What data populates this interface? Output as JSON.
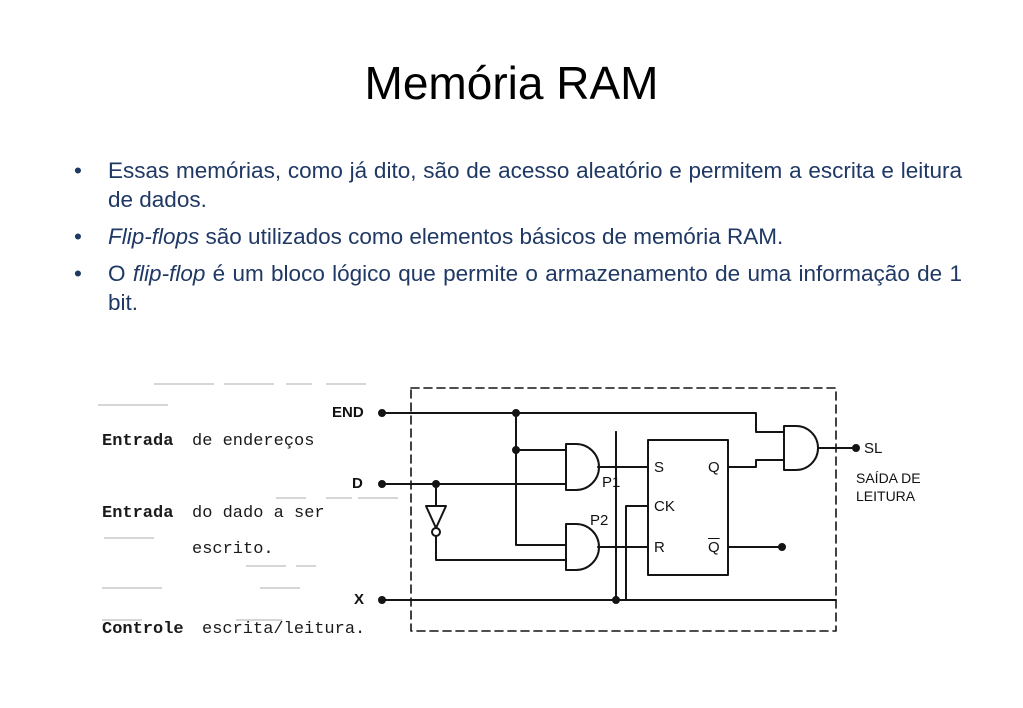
{
  "slide": {
    "title": "Memória RAM"
  },
  "bullets": [
    {
      "text": "Essas memórias, como já dito, são de acesso aleatório e permitem a escrita e leitura de dados."
    },
    {
      "italic": "Flip-flops",
      "rest": " são utilizados como elementos básicos de memória RAM."
    },
    {
      "pre": "O ",
      "italic": "flip-flop",
      "rest": " é um bloco lógico que permite o armazenamento de uma informação de 1 bit."
    }
  ],
  "figure": {
    "captions": {
      "entrada_enderecos_a": "Entrada",
      "entrada_enderecos_b": "de endereços",
      "entrada_dado_a": "Entrada",
      "entrada_dado_b": "do dado a ser",
      "entrada_dado_c": "escrito.",
      "controle_a": "Controle",
      "controle_b": "escrita/leitura."
    },
    "signals": {
      "end": "END",
      "d": "D",
      "x": "X",
      "sl": "SL",
      "saida_1": "SAÍDA DE",
      "saida_2": "LEITURA"
    },
    "gates": {
      "p1": "P1",
      "p2": "P2"
    },
    "flipflop": {
      "s": "S",
      "ck": "CK",
      "r": "R",
      "q": "Q",
      "qbar": "Q"
    }
  }
}
